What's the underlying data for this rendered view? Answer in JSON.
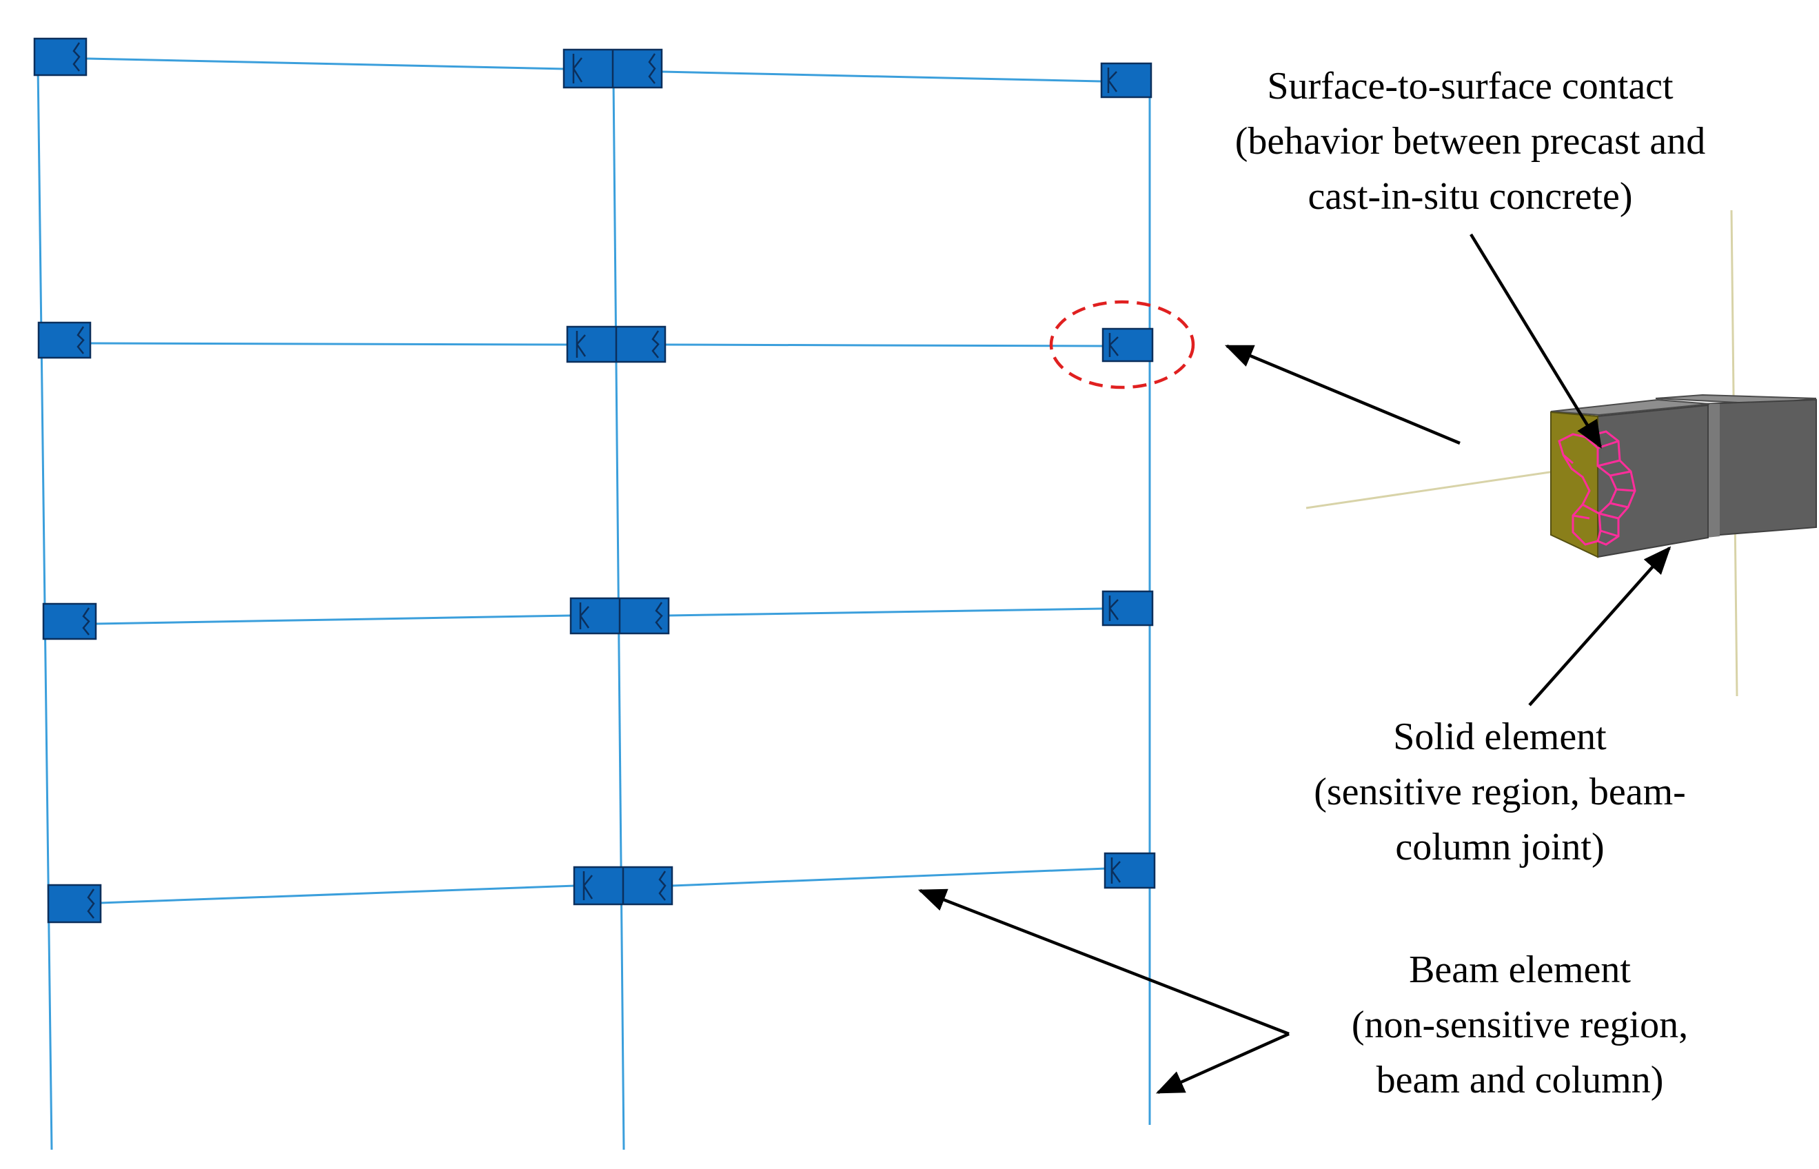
{
  "colors": {
    "frame_line": "#3b9fdc",
    "joint_fill": "#0f6bbf",
    "joint_stroke": "#0b2f5c",
    "solid_dark": "#5e5e5e",
    "solid_mid": "#7a7a7a",
    "solid_light": "#8e8e8e",
    "interface_fill": "#8a7f1a",
    "contact_mesh": "#ff2d9b",
    "highlight_circle": "#e02020",
    "axis_line": "#d8d3a8",
    "arrow": "#000000"
  },
  "annotations": {
    "contact": {
      "line1": "Surface-to-surface contact",
      "line2": "(behavior between precast and",
      "line3": "cast-in-situ concrete)"
    },
    "solid": {
      "line1": "Solid element",
      "line2": "(sensitive region, beam-",
      "line3": "column joint)"
    },
    "beam": {
      "line1": "Beam element",
      "line2": "(non-sensitive region,",
      "line3": "beam and column)"
    }
  },
  "frame": {
    "stories": 4,
    "bays": 2,
    "joint_types": [
      "left-exterior",
      "interior",
      "right-exterior"
    ]
  },
  "icons": {
    "joint": "solid-joint-block-icon",
    "zoom": "solid-joint-3d-model"
  }
}
